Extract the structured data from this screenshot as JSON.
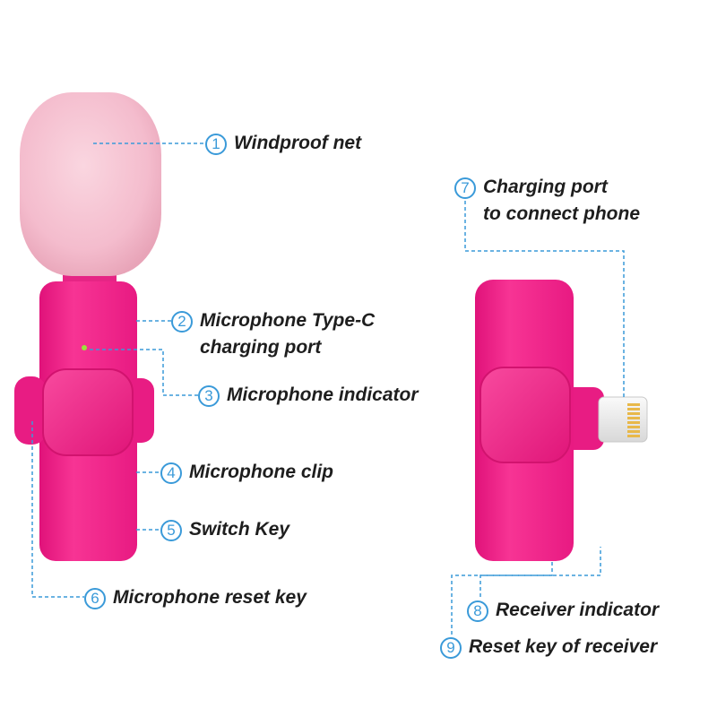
{
  "colors": {
    "device_pink": "#f4268e",
    "windscreen_pink": "#f4bccd",
    "accent_blue": "#3a9ad9",
    "indicator_green": "#9be23a",
    "label_text": "#1e1e1e"
  },
  "callouts": [
    {
      "number": "1",
      "lines": [
        "Windproof net"
      ]
    },
    {
      "number": "2",
      "lines": [
        "Microphone Type-C",
        "charging port"
      ]
    },
    {
      "number": "3",
      "lines": [
        "Microphone indicator"
      ]
    },
    {
      "number": "4",
      "lines": [
        "Microphone clip"
      ]
    },
    {
      "number": "5",
      "lines": [
        "Switch Key"
      ]
    },
    {
      "number": "6",
      "lines": [
        "Microphone reset key"
      ]
    },
    {
      "number": "7",
      "lines": [
        "Charging port",
        "to connect phone"
      ]
    },
    {
      "number": "8",
      "lines": [
        "Receiver indicator"
      ]
    },
    {
      "number": "9",
      "lines": [
        "Reset key of receiver"
      ]
    }
  ]
}
